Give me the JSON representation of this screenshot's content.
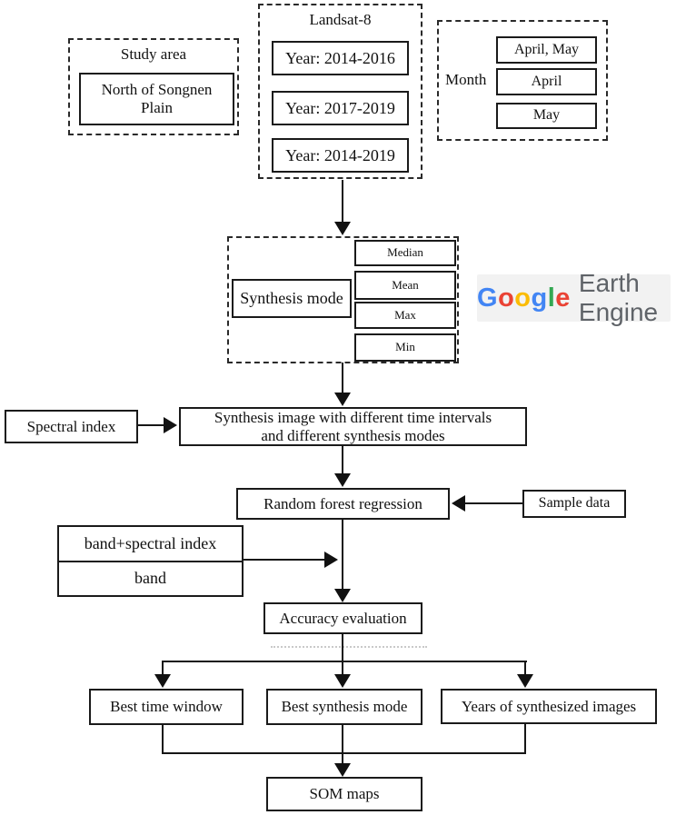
{
  "flowchart": {
    "study_area": {
      "group_label": "Study area",
      "region": "North of Songnen Plain"
    },
    "landsat": {
      "group_label": "Landsat-8",
      "year_ranges": [
        "Year: 2014-2016",
        "Year: 2017-2019",
        "Year: 2014-2019"
      ]
    },
    "month": {
      "group_label": "Month",
      "options": [
        "April, May",
        "April",
        "May"
      ]
    },
    "synthesis_mode": {
      "group_label": "Synthesis mode",
      "modes": [
        "Median",
        "Mean",
        "Max",
        "Min"
      ]
    },
    "synthesis_image": {
      "line1": "Synthesis image with different time intervals",
      "line2": "and different synthesis modes"
    },
    "spectral_index": {
      "label": "Spectral index"
    },
    "random_forest": {
      "label": "Random forest regression"
    },
    "sample_data": {
      "label": "Sample data"
    },
    "feature_sets": [
      "band+spectral index",
      "band"
    ],
    "accuracy": {
      "label": "Accuracy evaluation"
    },
    "results": [
      "Best time window",
      "Best synthesis mode",
      "Years of synthesized images"
    ],
    "som_maps": {
      "label": "SOM maps"
    }
  },
  "logo": {
    "letters": [
      "G",
      "o",
      "o",
      "g",
      "l",
      "e"
    ],
    "letter_colors": [
      "#4285F4",
      "#EA4335",
      "#FBBC05",
      "#4285F4",
      "#34A853",
      "#EA4335"
    ],
    "suffix": "Earth Engine",
    "suffix_color": "#5f6368",
    "background": "#f2f2f2"
  },
  "colors": {
    "line": "#161616",
    "box_border": "#1a1a1a",
    "text": "#111111",
    "background": "#ffffff"
  }
}
